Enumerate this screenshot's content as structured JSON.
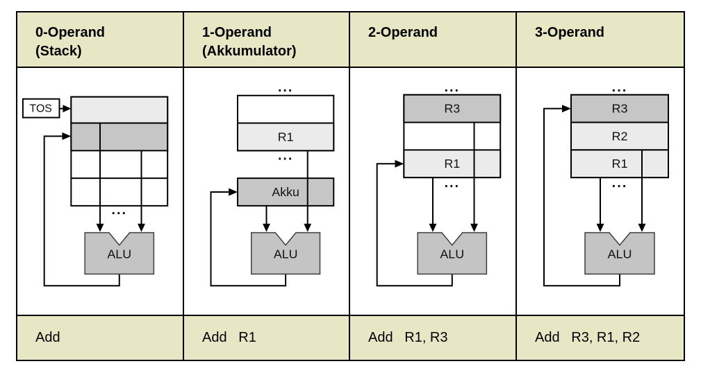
{
  "table": {
    "columns": [
      {
        "key": "0-operand-stack",
        "header_lines": [
          "0-Operand",
          "(Stack)"
        ],
        "instruction": "Add",
        "labels": {
          "tos": "TOS",
          "dots_bottom": "...",
          "alu": "ALU"
        }
      },
      {
        "key": "1-operand-akkumulator",
        "header_lines": [
          "1-Operand",
          "(Akkumulator)"
        ],
        "instruction": "Add   R1",
        "labels": {
          "dots_top": "...",
          "r1": "R1",
          "dots_mid": "...",
          "akku": "Akku",
          "alu": "ALU"
        }
      },
      {
        "key": "2-operand",
        "header_lines": [
          "2-Operand"
        ],
        "instruction": "Add   R1, R3",
        "labels": {
          "dots_top": "...",
          "r3": "R3",
          "r1": "R1",
          "dots_bottom": "...",
          "alu": "ALU"
        }
      },
      {
        "key": "3-operand",
        "header_lines": [
          "3-Operand"
        ],
        "instruction": "Add   R3, R1, R2",
        "labels": {
          "dots_top": "...",
          "r3": "R3",
          "r2": "R2",
          "r1": "R1",
          "dots_bottom": "...",
          "alu": "ALU"
        }
      }
    ]
  },
  "colors": {
    "band_background": "#e7e7c5",
    "register_light_gray": "#ebebeb",
    "register_dark_gray": "#c6c6c6",
    "alu_fill": "#c4c4c4",
    "line_color": "#000000"
  }
}
